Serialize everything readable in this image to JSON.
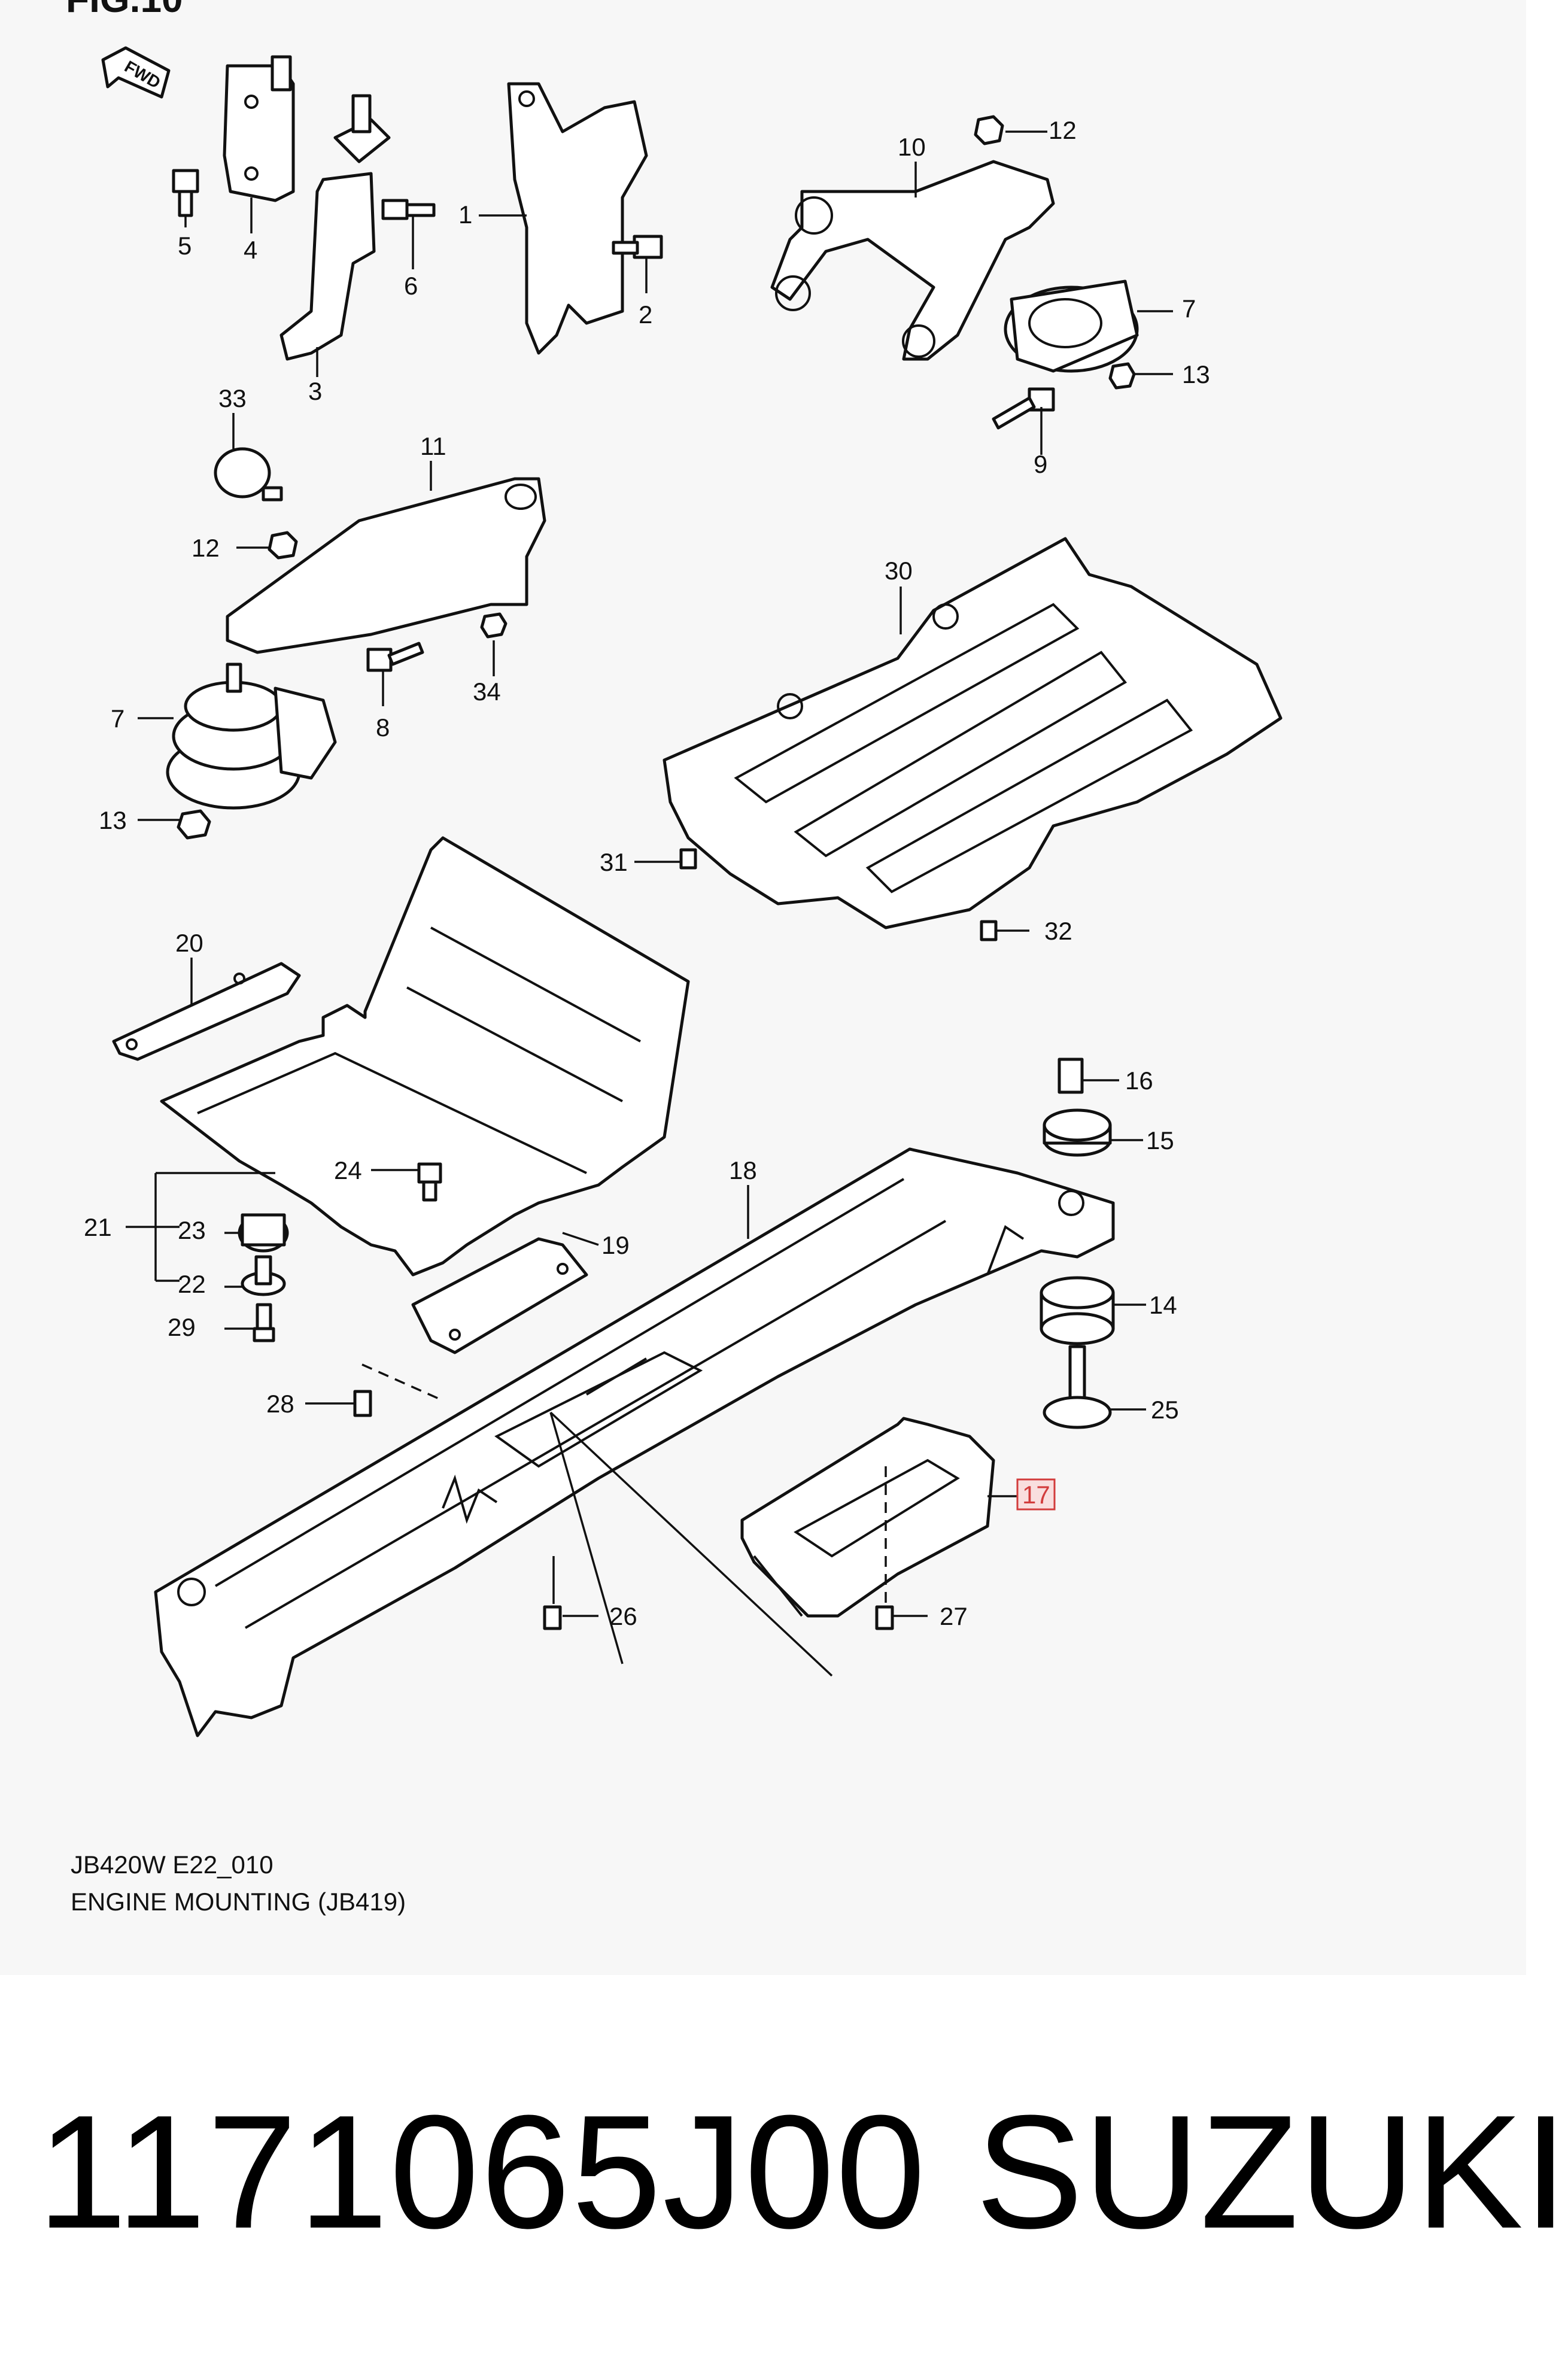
{
  "figure": {
    "title": "FIG.10",
    "fwd_label": "FWD"
  },
  "callouts": {
    "c1": "1",
    "c2": "2",
    "c3": "3",
    "c4": "4",
    "c5": "5",
    "c6": "6",
    "c7a": "7",
    "c7b": "7",
    "c8": "8",
    "c9": "9",
    "c10": "10",
    "c11": "11",
    "c12a": "12",
    "c12b": "12",
    "c13a": "13",
    "c13b": "13",
    "c14": "14",
    "c15": "15",
    "c16": "16",
    "c17": "17",
    "c18": "18",
    "c19": "19",
    "c20": "20",
    "c21": "21",
    "c22": "22",
    "c23": "23",
    "c24": "24",
    "c25": "25",
    "c26": "26",
    "c27": "27",
    "c28": "28",
    "c29": "29",
    "c30": "30",
    "c31": "31",
    "c32": "32",
    "c33": "33",
    "c34": "34"
  },
  "highlighted_part": "17",
  "highlight_color": "#d23c3c",
  "caption": {
    "code": "JB420W E22_010",
    "name": "ENGINE MOUNTING (JB419)"
  },
  "footer": {
    "part_number": "1171065J00",
    "brand": "SUZUKI"
  }
}
